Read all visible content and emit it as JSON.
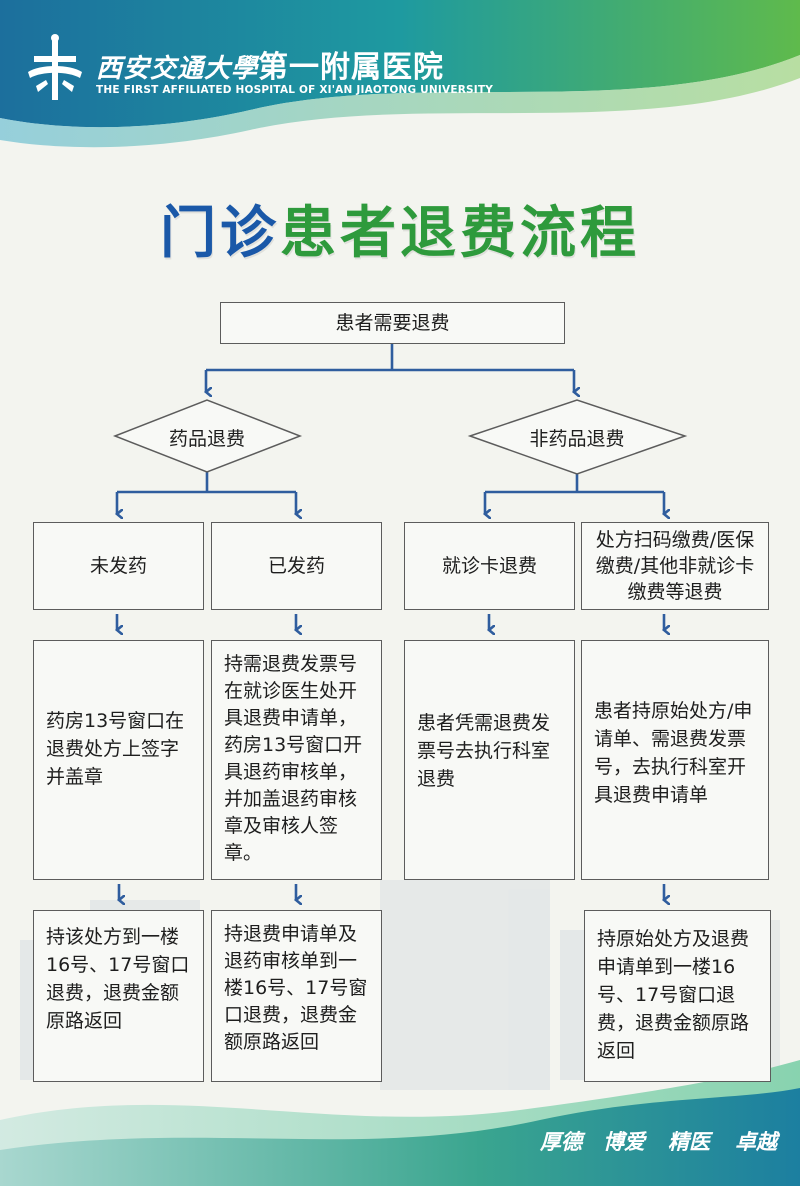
{
  "header": {
    "hospital_name_script": "西安交通大學",
    "hospital_name_dept": "第一附属医院",
    "hospital_name_en": "THE FIRST AFFILIATED HOSPITAL OF XI'AN JIAOTONG UNIVERSITY"
  },
  "title": {
    "part1": "门诊",
    "part2": "患者退费流程"
  },
  "flow": {
    "start": "患者需要退费",
    "branch_drug": "药品退费",
    "branch_nondrug": "非药品退费",
    "drug_not_dispensed": "未发药",
    "drug_dispensed": "已发药",
    "nondrug_card": "就诊卡退费",
    "nondrug_other": "处方扫码缴费/医保缴费/其他非就诊卡缴费等退费",
    "step_not_dispensed": "药房13号窗口在退费处方上签字并盖章",
    "step_dispensed": "持需退费发票号在就诊医生处开具退费申请单，药房13号窗口开具退药审核单，并加盖退药审核章及审核人签章。",
    "step_card": "患者凭需退费发票号去执行科室退费",
    "step_other": "患者持原始处方/申请单、需退费发票号，去执行科室开具退费申请单",
    "final_not_dispensed": "持该处方到一楼16号、17号窗口退费，退费金额原路返回",
    "final_dispensed": "持退费申请单及退药审核单到一楼16号、17号窗口退费，退费金额原路返回",
    "final_other": "持原始处方及退费申请单到一楼16号、17号窗口退费，退费金额原路返回"
  },
  "footer": {
    "slogans": [
      "厚德",
      "博爱",
      "精医",
      "卓越"
    ]
  },
  "colors": {
    "title_blue": "#1a58a8",
    "title_green": "#2e9a3c",
    "arrow_blue": "#2f5d9e",
    "header_teal": "#1f8f9a",
    "header_green": "#56b14a"
  }
}
